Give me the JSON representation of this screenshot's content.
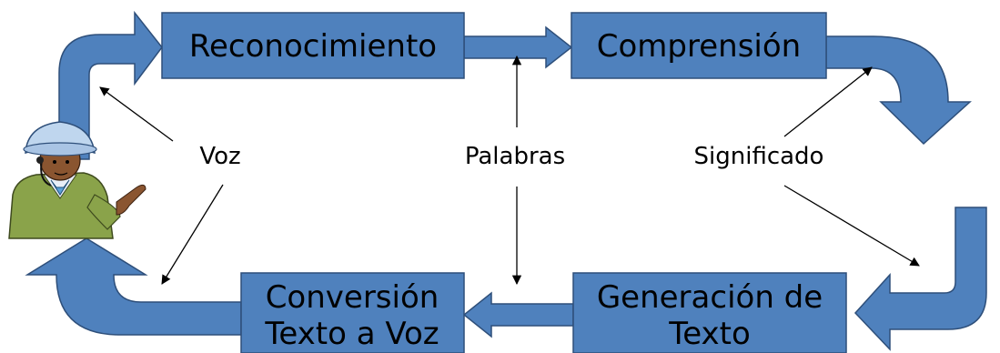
{
  "diagram": {
    "stages": {
      "recognition": "Reconocimiento",
      "comprehension": "Comprensión",
      "generation_line1": "Generación de",
      "generation_line2": "Texto",
      "tts_line1": "Conversión",
      "tts_line2": "Texto a Voz"
    },
    "labels": {
      "voice": "Voz",
      "words": "Palabras",
      "meaning": "Significado"
    },
    "colors": {
      "box_fill": "#4F81BD",
      "box_border": "#2E4F7A",
      "arrow": "#000000"
    }
  }
}
